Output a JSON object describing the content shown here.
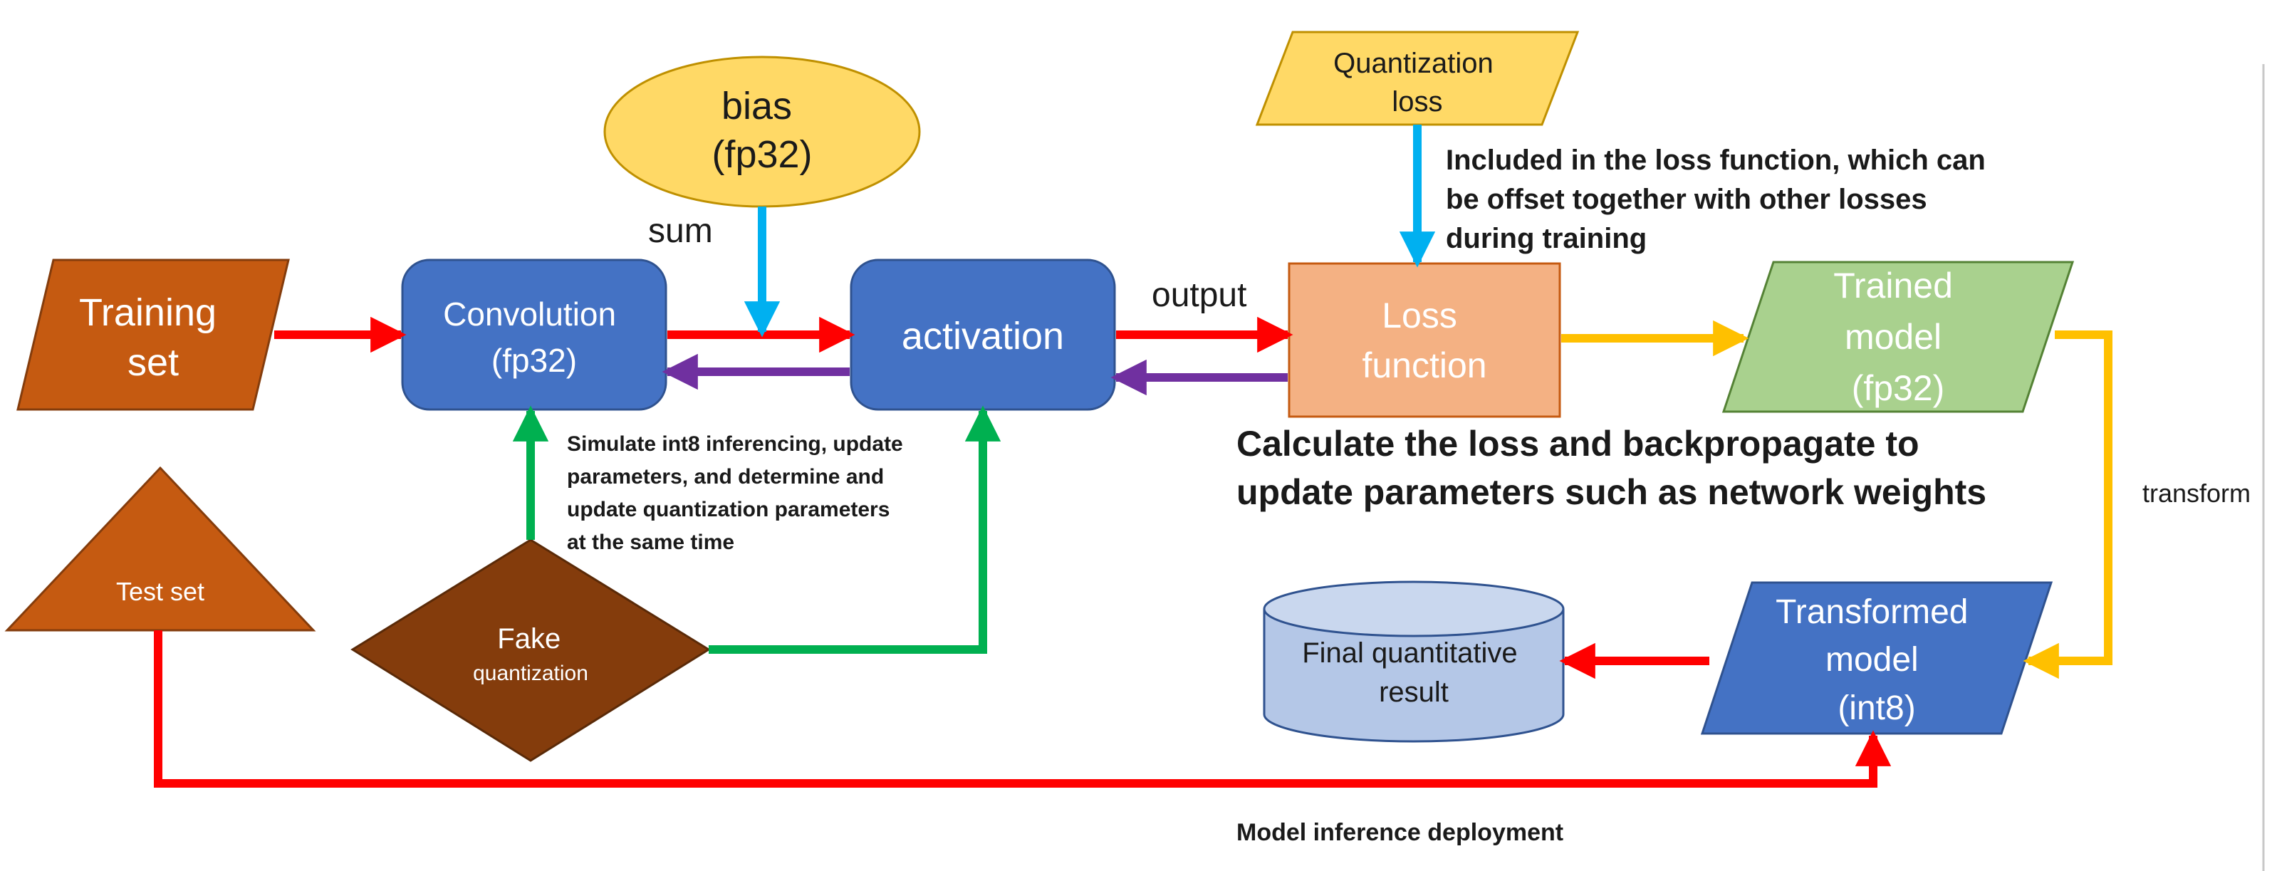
{
  "colors": {
    "red_arrow": "#ff0000",
    "blue_arrow": "#00b0f0",
    "purple_arrow": "#7030a0",
    "green_arrow": "#00b050",
    "yellow_arrow": "#ffc000",
    "brown": "#c55a11",
    "dark_brown": "#843c0c",
    "blue_box": "#4472c4",
    "yellow_shape": "#ffd966",
    "loss_box": "#f4b183",
    "trained_model": "#a9d18e",
    "cylinder": "#b4c7e7"
  },
  "nodes": {
    "training_set": [
      "Training",
      "set"
    ],
    "test_set": [
      "Test set"
    ],
    "bias": [
      "bias",
      "(fp32)"
    ],
    "convolution": [
      "Convolution",
      "(fp32)"
    ],
    "activation": [
      "activation"
    ],
    "quantization_loss": [
      "Quantization",
      "loss"
    ],
    "loss_function": [
      "Loss",
      "function"
    ],
    "trained_model": [
      "Trained",
      "model",
      "(fp32)"
    ],
    "fake_quantization": [
      "Fake",
      "quantization"
    ],
    "transformed_model": [
      "Transformed",
      "model",
      "(int8)"
    ],
    "final_result": [
      "Final quantitative",
      "result"
    ]
  },
  "labels": {
    "sum": "sum",
    "output": "output",
    "transform": "transform",
    "loss_note": [
      "Included in the loss function, which can",
      "be offset together with other losses",
      "during training"
    ],
    "backprop_note": [
      "Calculate the loss and backpropagate to",
      "update parameters such as network weights"
    ],
    "fake_quant_note": [
      "Simulate int8 inferencing, update",
      "parameters, and determine and",
      "update quantization parameters",
      "at the same time"
    ],
    "deployment": "Model inference deployment"
  }
}
